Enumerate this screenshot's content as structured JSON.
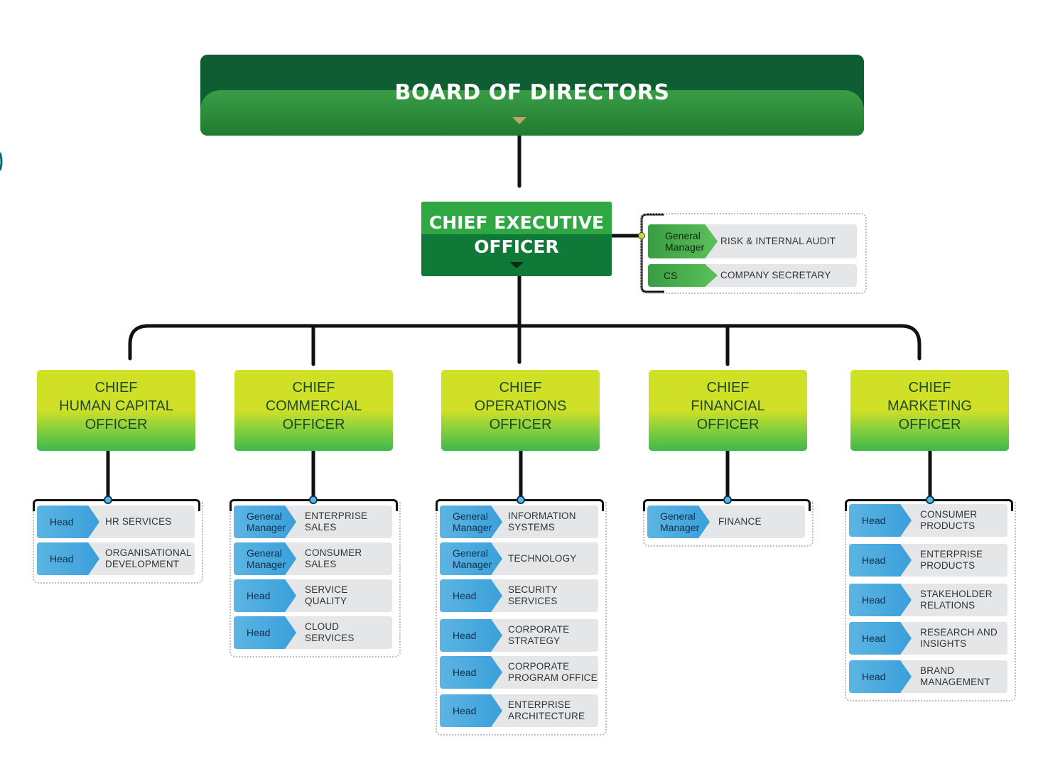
{
  "board": {
    "title": "BOARD OF DIRECTORS"
  },
  "ceo": {
    "title_line1": "CHIEF EXECUTIVE",
    "title_line2": "OFFICER",
    "direct_reports": [
      {
        "role": "General Manager",
        "dept": "RISK & INTERNAL AUDIT"
      },
      {
        "role": "CS",
        "dept": "COMPANY SECRETARY"
      }
    ]
  },
  "chiefs": [
    {
      "lines": [
        "CHIEF",
        "HUMAN CAPITAL",
        "OFFICER"
      ],
      "units": [
        {
          "role": "Head",
          "dept": [
            "HR SERVICES"
          ]
        },
        {
          "role": "Head",
          "dept": [
            "ORGANISATIONAL",
            "DEVELOPMENT"
          ]
        }
      ]
    },
    {
      "lines": [
        "CHIEF",
        "COMMERCIAL",
        "OFFICER"
      ],
      "units": [
        {
          "role": "General Manager",
          "dept": [
            "ENTERPRISE",
            "SALES"
          ]
        },
        {
          "role": "General Manager",
          "dept": [
            "CONSUMER",
            "SALES"
          ]
        },
        {
          "role": "Head",
          "dept": [
            "SERVICE",
            "QUALITY"
          ]
        },
        {
          "role": "Head",
          "dept": [
            "CLOUD",
            "SERVICES"
          ]
        }
      ]
    },
    {
      "lines": [
        "CHIEF",
        "OPERATIONS",
        "OFFICER"
      ],
      "units": [
        {
          "role": "General Manager",
          "dept": [
            "INFORMATION",
            "SYSTEMS"
          ]
        },
        {
          "role": "General Manager",
          "dept": [
            "TECHNOLOGY"
          ]
        },
        {
          "role": "Head",
          "dept": [
            "SECURITY",
            "SERVICES"
          ]
        },
        {
          "role": "Head",
          "dept": [
            "CORPORATE",
            "STRATEGY"
          ]
        },
        {
          "role": "Head",
          "dept": [
            "CORPORATE",
            "PROGRAM OFFICE"
          ]
        },
        {
          "role": "Head",
          "dept": [
            "ENTERPRISE",
            "ARCHITECTURE"
          ]
        }
      ]
    },
    {
      "lines": [
        "CHIEF",
        "FINANCIAL",
        "OFFICER"
      ],
      "units": [
        {
          "role": "General Manager",
          "dept": [
            "FINANCE"
          ]
        }
      ]
    },
    {
      "lines": [
        "CHIEF",
        "MARKETING",
        "OFFICER"
      ],
      "units": [
        {
          "role": "Head",
          "dept": [
            "CONSUMER",
            "PRODUCTS"
          ]
        },
        {
          "role": "Head",
          "dept": [
            "ENTERPRISE",
            "PRODUCTS"
          ]
        },
        {
          "role": "Head",
          "dept": [
            "STAKEHOLDER",
            "RELATIONS"
          ]
        },
        {
          "role": "Head",
          "dept": [
            "RESEARCH AND",
            "INSIGHTS"
          ]
        },
        {
          "role": "Head",
          "dept": [
            "BRAND",
            "MANAGEMENT"
          ]
        }
      ]
    }
  ],
  "colors": {
    "board_dark": "#0f5e33",
    "board_light": "#2c8b3b",
    "chief_top": "#cfe027",
    "chief_bottom": "#3fb84c",
    "head_tag": "#3a9fda",
    "gm_tag": "#3a9c43"
  }
}
